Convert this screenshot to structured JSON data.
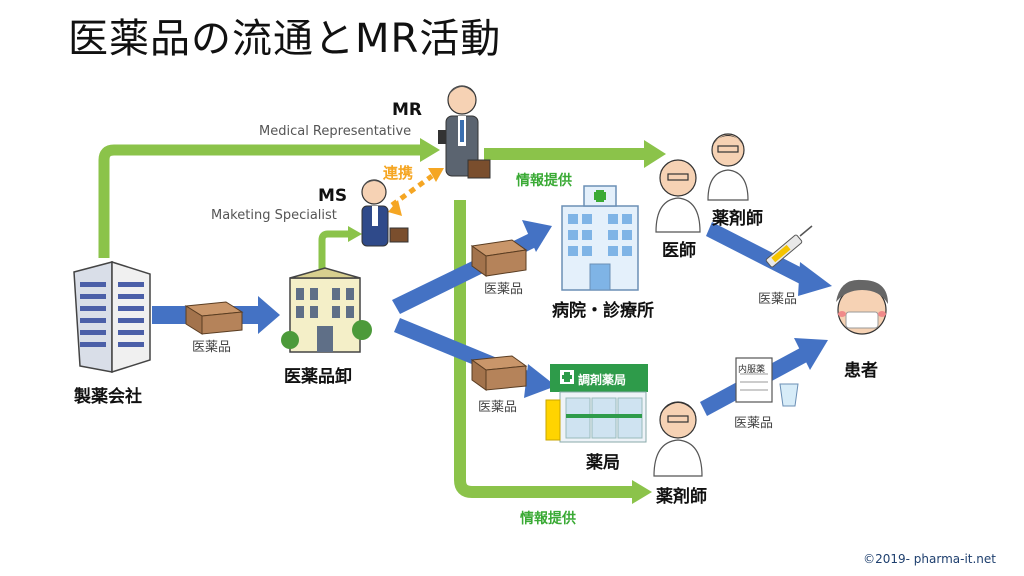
{
  "title": "医薬品の流通とMR活動",
  "mr": {
    "label": "MR",
    "sub": "Medical Representative"
  },
  "ms": {
    "label": "MS",
    "sub": "Maketing Specialist"
  },
  "renkei": "連携",
  "info1": "情報提供",
  "info2": "情報提供",
  "manufacturer": "製薬会社",
  "wholesaler": "医薬品卸",
  "hospital": "病院・診療所",
  "pharmacy": "薬局",
  "pharmacy_sign": "調剤薬局",
  "doctor": "医師",
  "pharmacist_top": "薬剤師",
  "pharmacist_bottom": "薬剤師",
  "patient": "患者",
  "med1": "医薬品",
  "med2": "医薬品",
  "med3": "医薬品",
  "med4": "医薬品",
  "med5": "医薬品",
  "naifukuyaku": "内服薬",
  "copyright": "©2019-     pharma-it.net",
  "colors": {
    "blue_arrow": "#4472c4",
    "green_arrow": "#8bc34a",
    "box": "#b5835a",
    "orange": "#f5a623",
    "green_text": "#3aaa35"
  }
}
